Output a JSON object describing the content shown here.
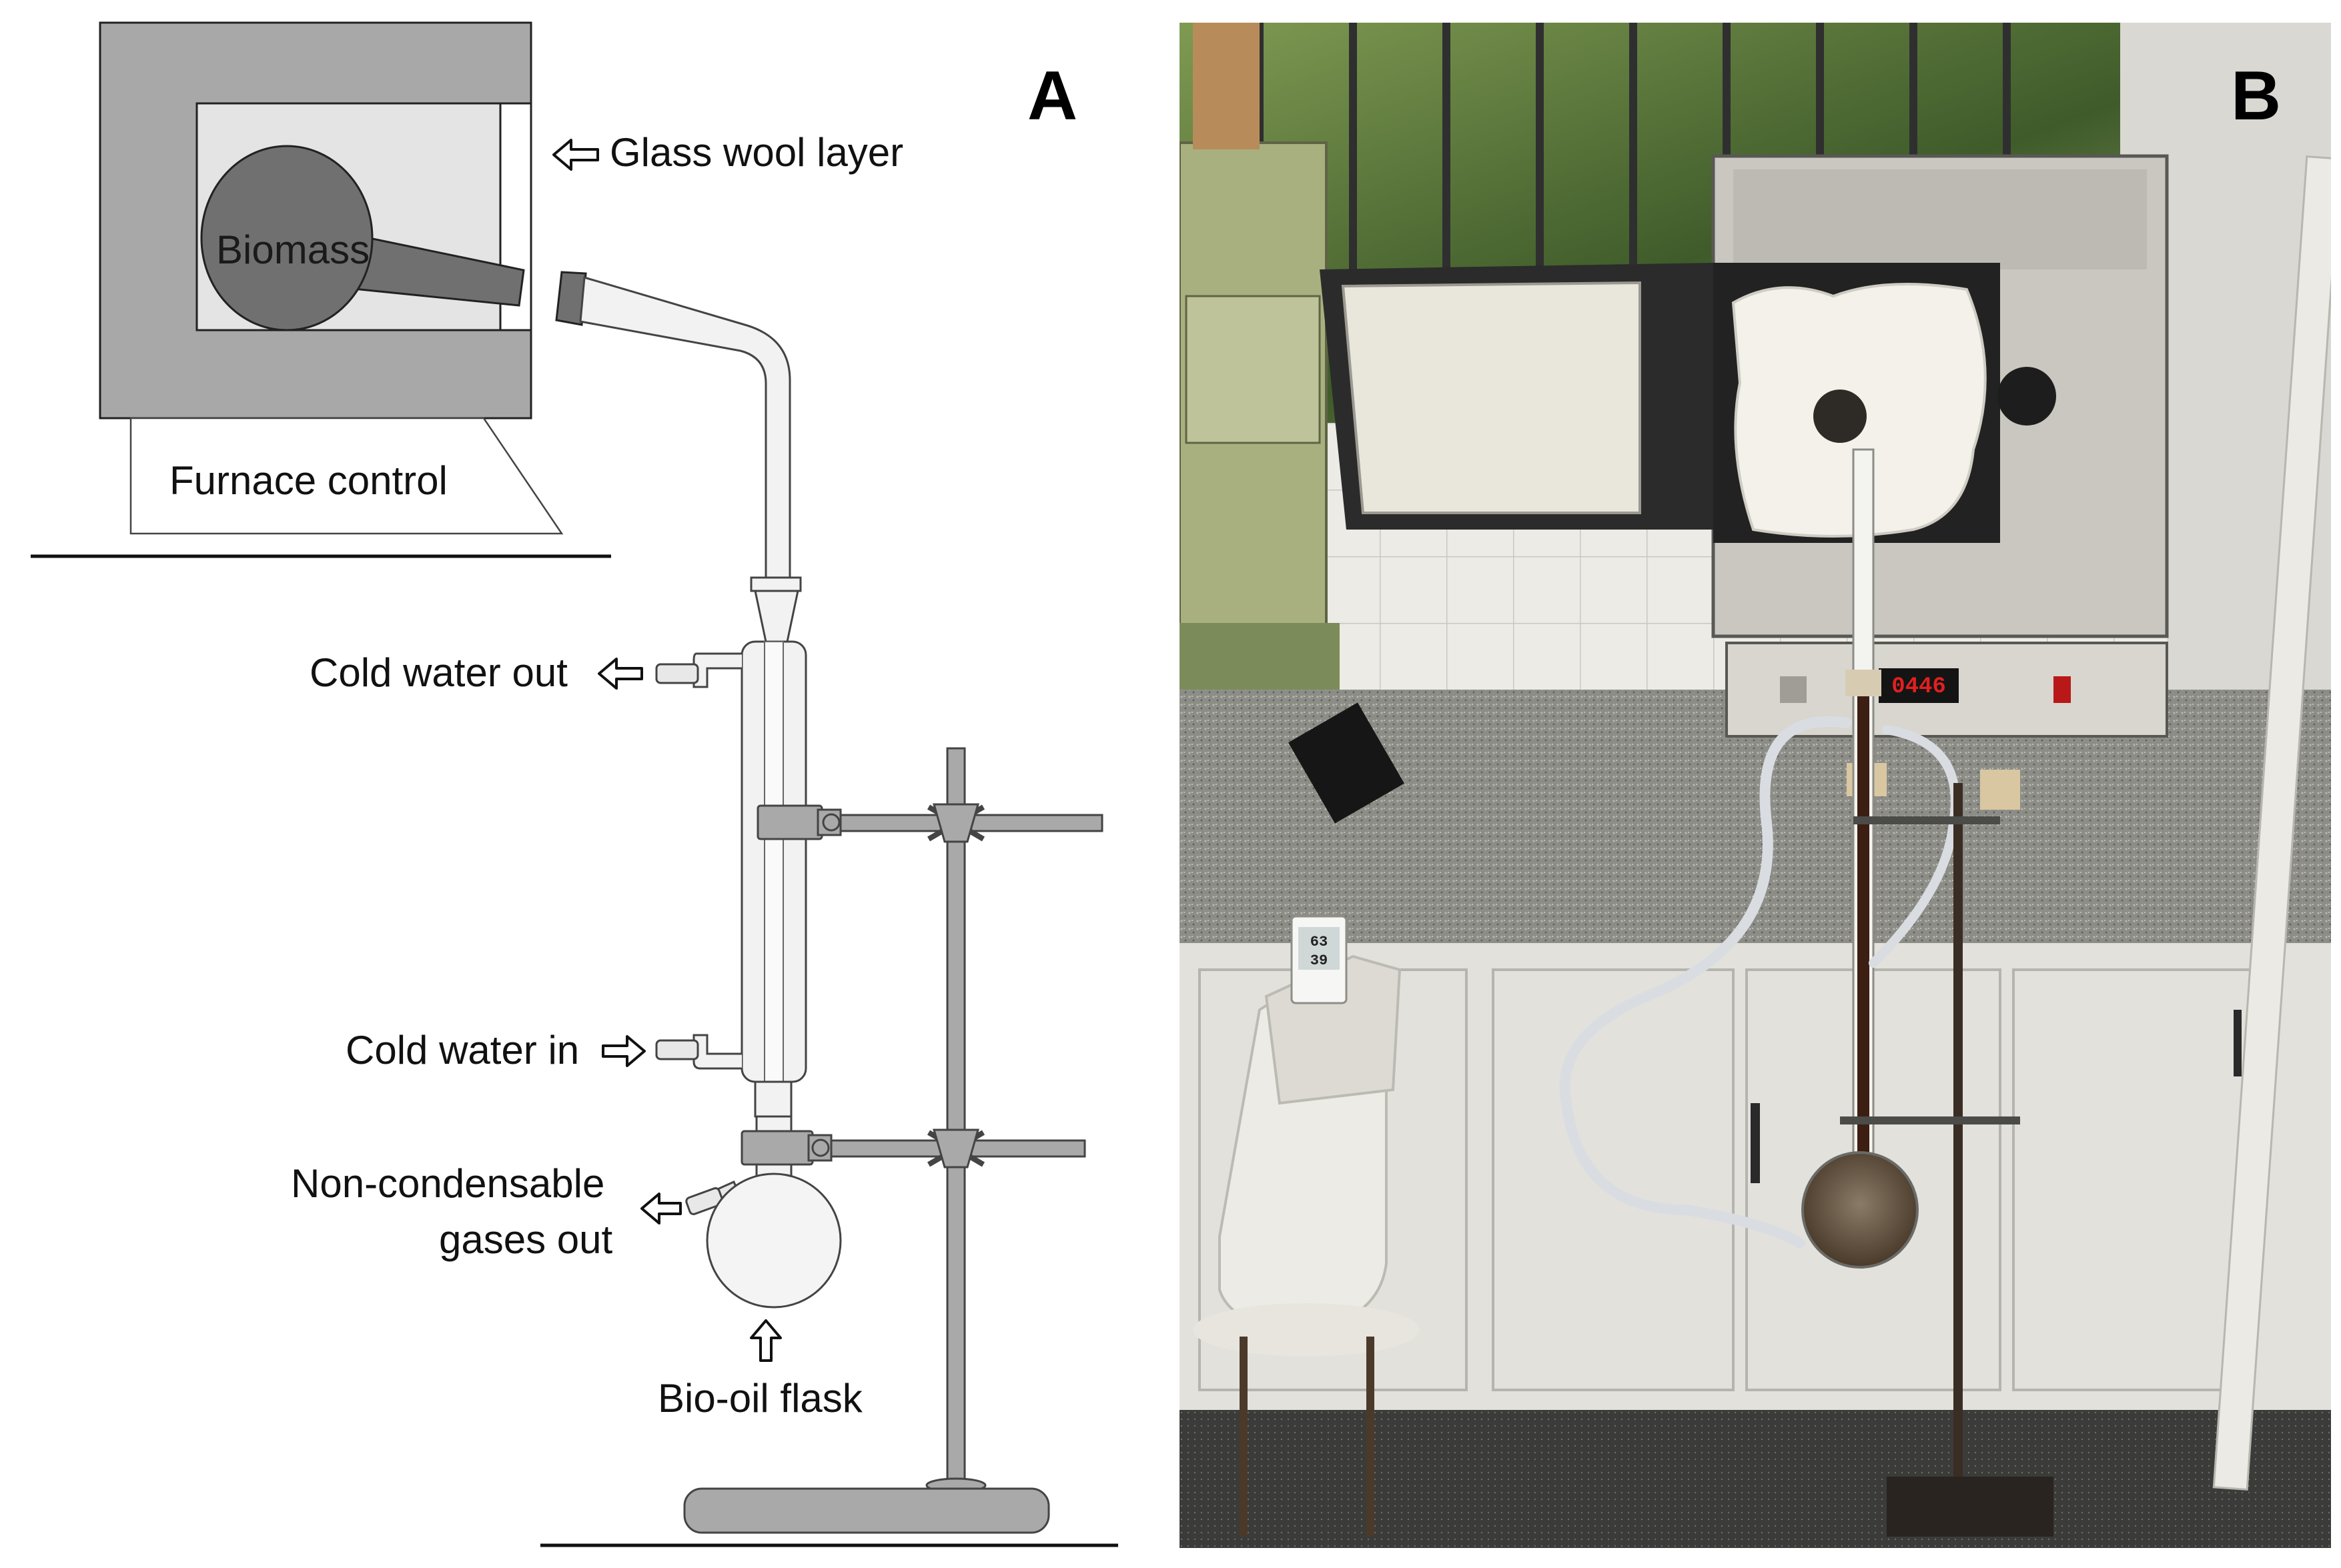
{
  "panels": {
    "a": {
      "letter": "A"
    },
    "b": {
      "letter": "B"
    }
  },
  "diagram": {
    "biomass": "Biomass",
    "glass_wool": "Glass wool layer",
    "furnace_control": "Furnace control",
    "cold_water_out": "Cold water out",
    "cold_water_in": "Cold water in",
    "non_condensable_line1": "Non-condensable",
    "non_condensable_line2": "gases out",
    "bio_oil_flask": "Bio-oil flask"
  },
  "photo": {
    "furnace_display": "0446",
    "thermo_top": "63",
    "thermo_bottom": "39"
  },
  "colors": {
    "furnace_outer": "#a8a8a8",
    "furnace_inner": "#e4e4e4",
    "biomass_flask": "#707070",
    "glassware": "#f2f2f2",
    "stand": "#a9a9a9",
    "led_red": "#e02020"
  }
}
